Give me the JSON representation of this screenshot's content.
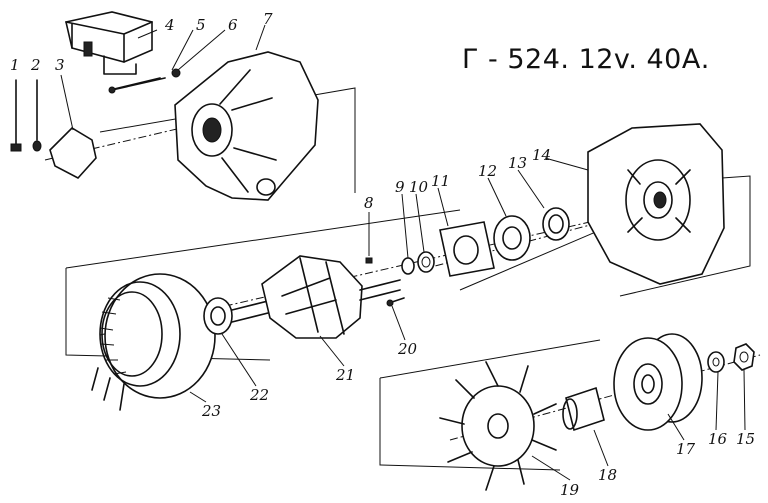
{
  "title": "Г - 524. 12v. 40А.",
  "callouts": [
    "1",
    "2",
    "3",
    "4",
    "5",
    "6",
    "7",
    "8",
    "9",
    "10",
    "11",
    "12",
    "13",
    "14",
    "15",
    "16",
    "17",
    "18",
    "19",
    "20",
    "21",
    "22",
    "23"
  ]
}
